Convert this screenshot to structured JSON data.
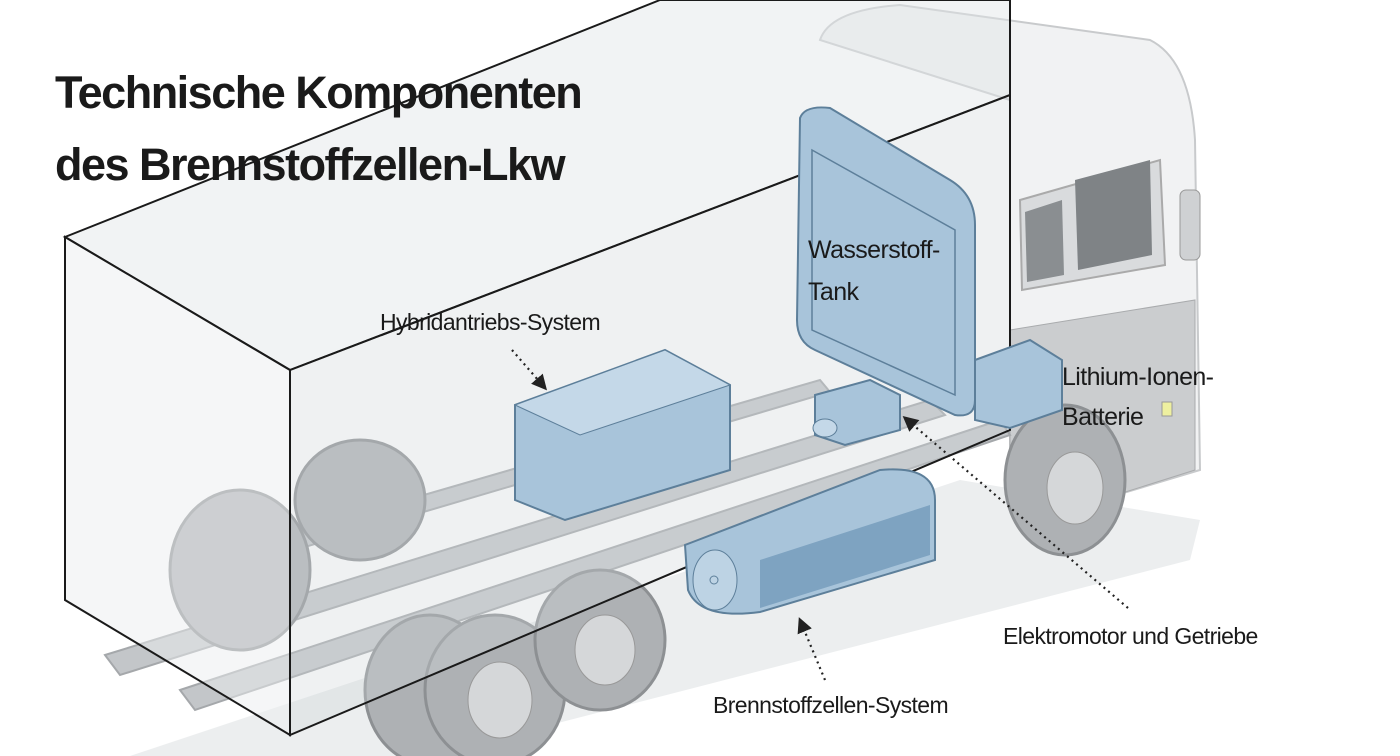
{
  "title": {
    "line1": "Technische Komponenten",
    "line2": "des Brennstoffzellen-Lkw"
  },
  "labels": {
    "tank_line1": "Wasserstoff-",
    "tank_line2": "Tank",
    "hybrid": "Hybridantriebs-System",
    "battery_line1": "Lithium-Ionen-",
    "battery_line2": "Batterie",
    "motor": "Elektromotor und Getriebe",
    "fuel_cell": "Brennstoffzellen-System"
  },
  "colors": {
    "component_blue": "#a8c4da",
    "component_stroke": "#5d7f9a",
    "truck_gray": "#c9cbcd",
    "ground": "#eceeef"
  }
}
